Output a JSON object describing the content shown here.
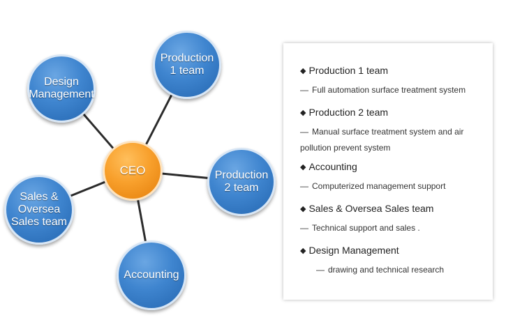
{
  "diagram": {
    "center": {
      "id": "ceo",
      "label": "CEO"
    },
    "nodes": [
      {
        "id": "design-management",
        "label": "Design\nManagement"
      },
      {
        "id": "production-1",
        "label": "Production\n1 team"
      },
      {
        "id": "production-2",
        "label": "Production\n2 team"
      },
      {
        "id": "accounting",
        "label": "Accounting"
      },
      {
        "id": "sales-oversea",
        "label": "Sales &\nOversea\nSales team"
      }
    ]
  },
  "panel": {
    "entries": [
      {
        "title": "Production 1 team",
        "description": "Full automation surface treatment system"
      },
      {
        "title": "Production 2 team",
        "description": "Manual surface treatment system and air pollution prevent system"
      },
      {
        "title": "Accounting",
        "description": "Computerized management support"
      },
      {
        "title": "Sales & Oversea Sales team",
        "description": "Technical support and sales ."
      },
      {
        "title": "Design Management",
        "description": "drawing and technical research"
      }
    ]
  },
  "glyphs": {
    "bullet": "◆",
    "dash": "—"
  },
  "colors": {
    "team_node": "#3f85cf",
    "ceo_node": "#f8a02c",
    "connector": "#2b2b2b"
  }
}
